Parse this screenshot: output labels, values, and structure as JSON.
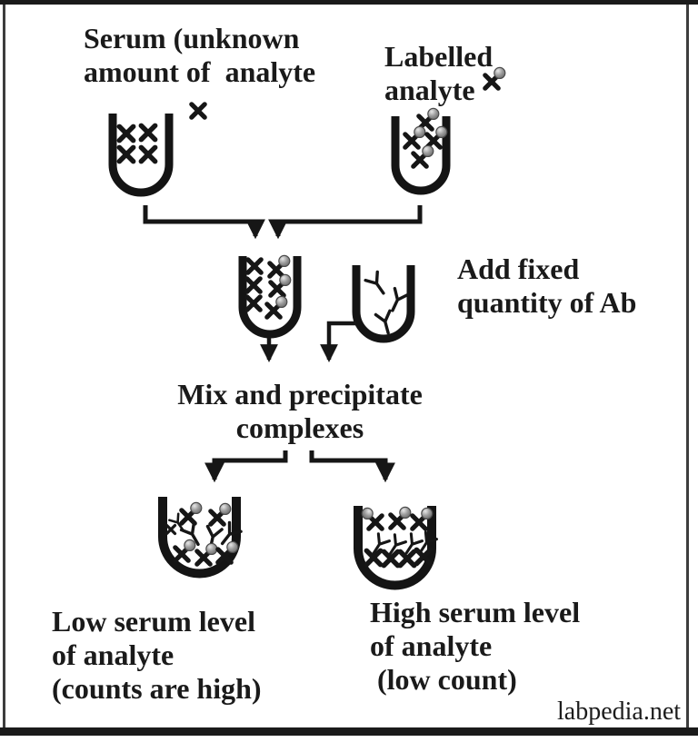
{
  "labels": {
    "serum": "Serum (unknown\namount of  analyte",
    "labelled": "Labelled\nanalyte",
    "add_ab": "Add fixed\nquantity of Ab",
    "mix": "Mix and precipitate\ncomplexes",
    "low_result": "Low serum level\nof analyte\n(counts are high)",
    "high_result": "High serum level\nof analyte\n (low count)"
  },
  "watermark": "labpedia.net",
  "icons": {
    "analyte": "x-mark",
    "labeled_analyte": "x-mark-with-radiolabel-ball",
    "antibody": "y-shape"
  },
  "colors": {
    "ink": "#161616",
    "label_ball": "#9a9a9a",
    "background": "#ffffff"
  }
}
